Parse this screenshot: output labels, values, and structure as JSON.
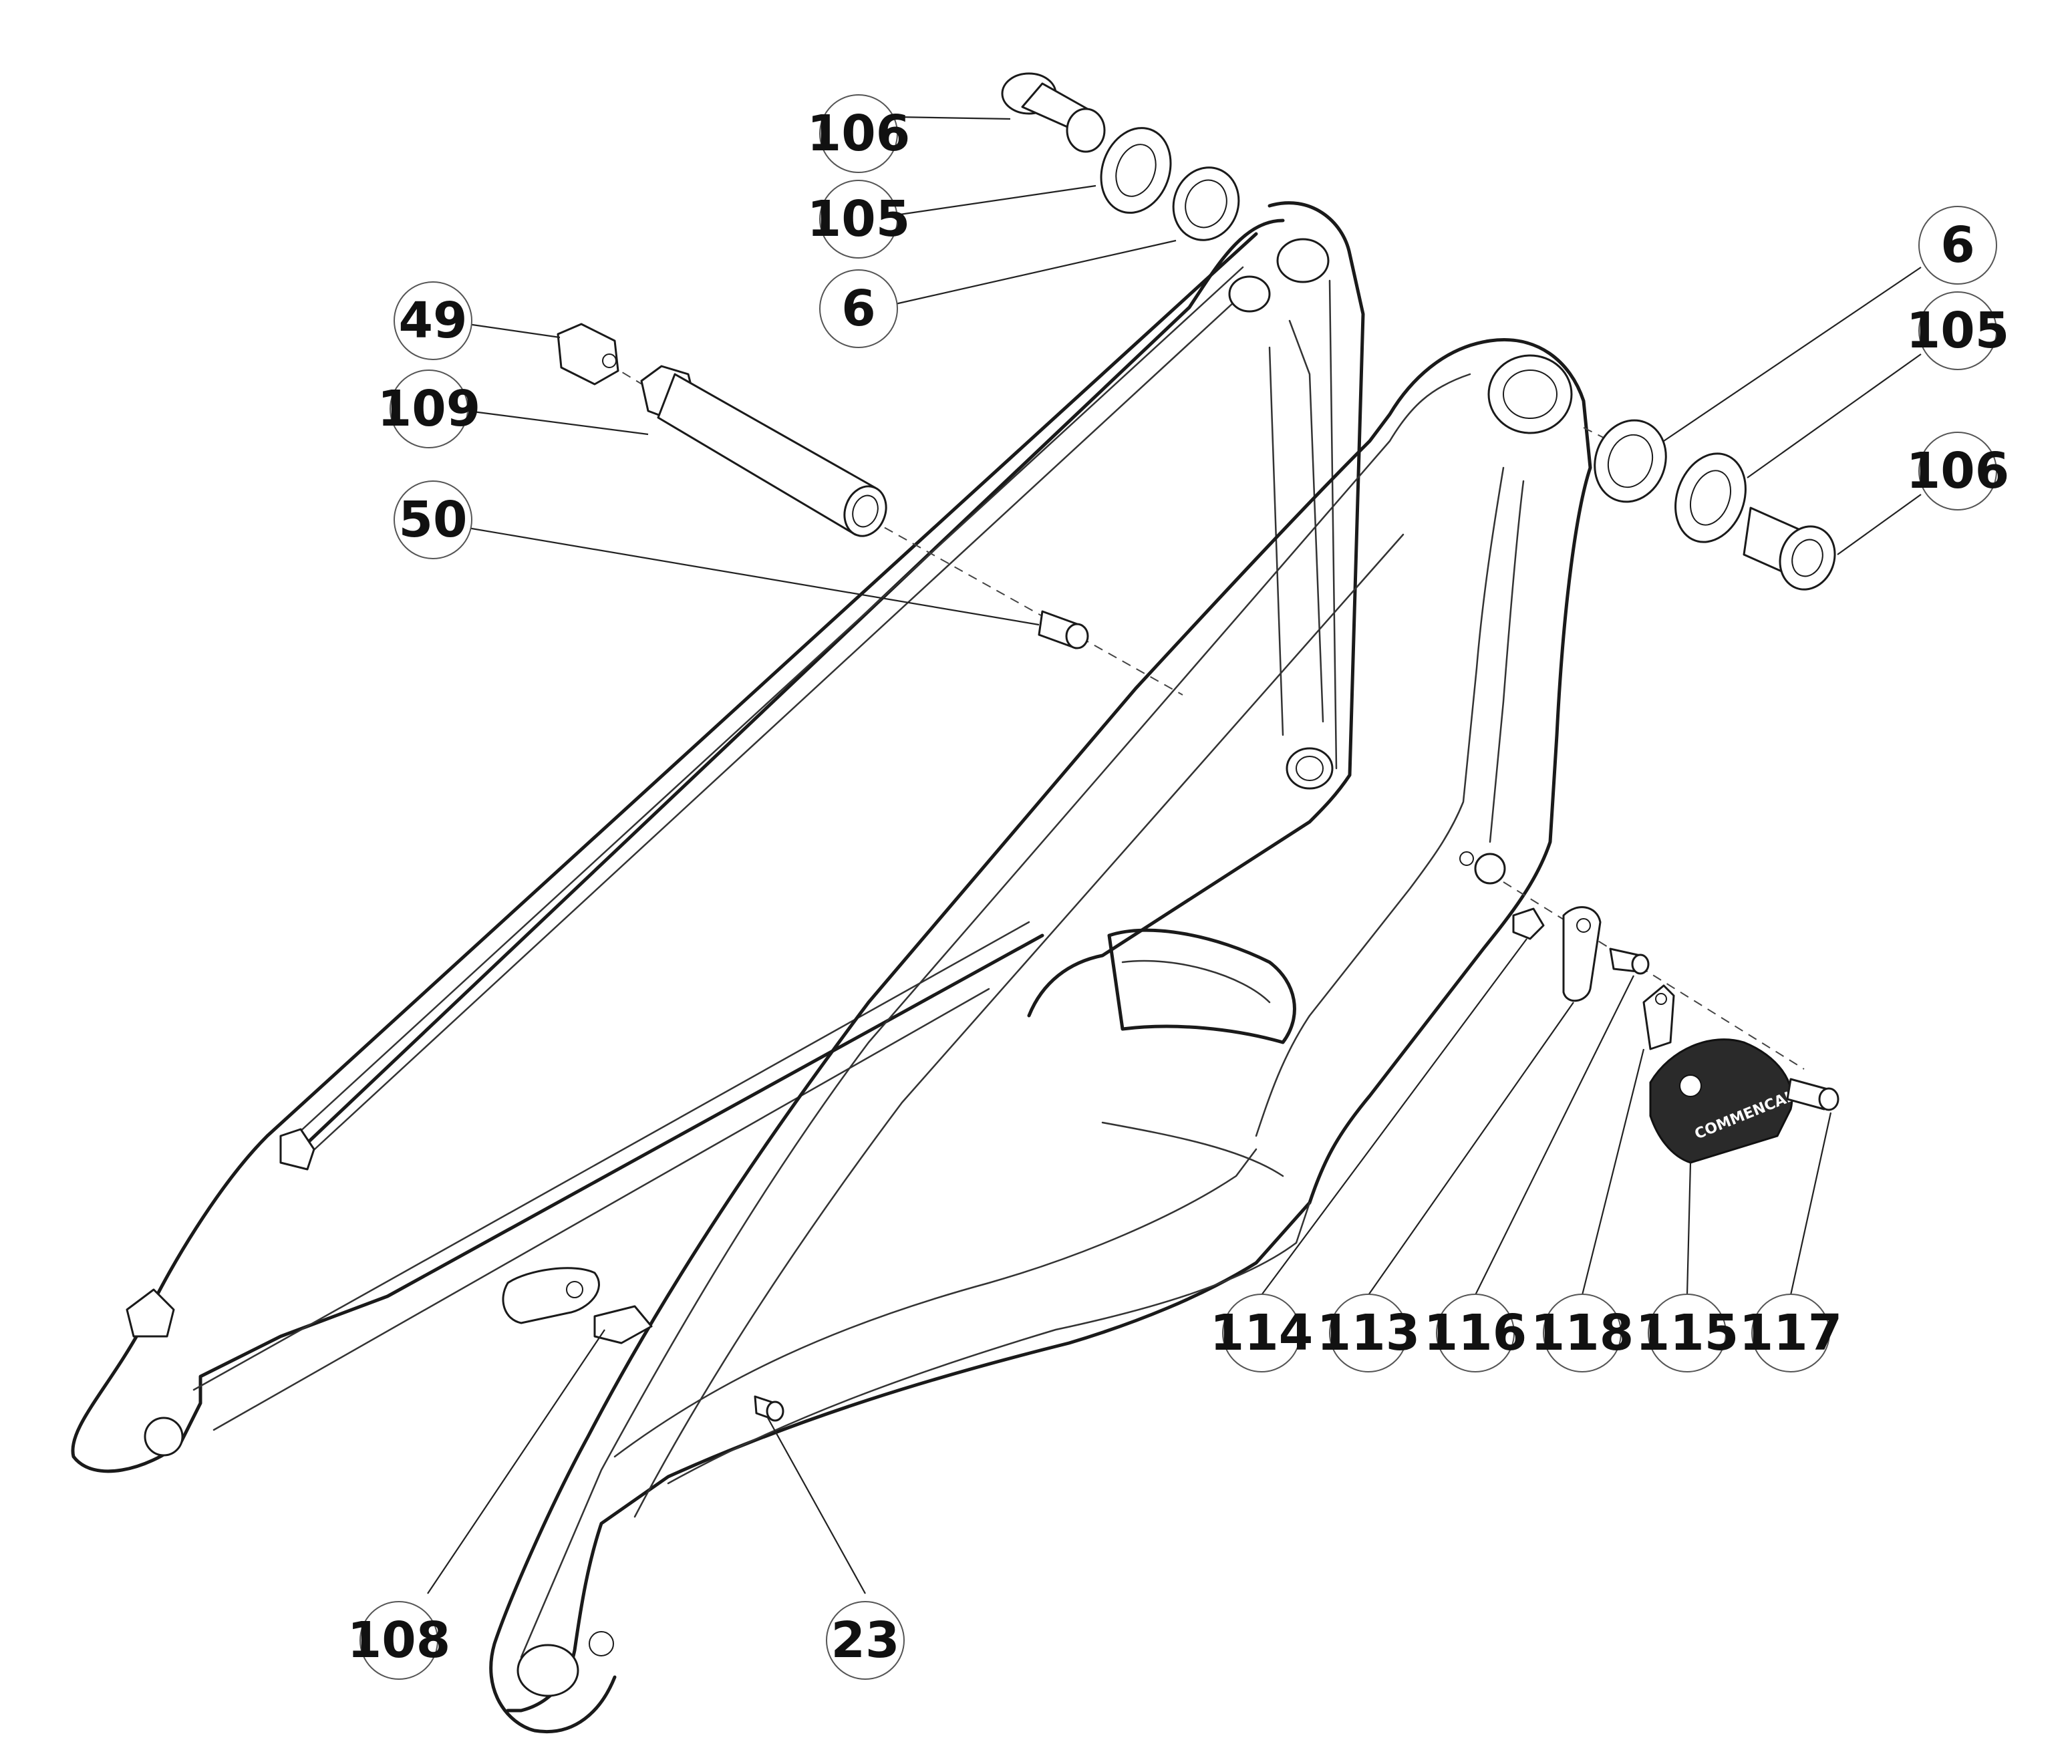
{
  "diagram": {
    "title": "Rear triangle / swingarm exploded view",
    "callouts": [
      {
        "id": "c106a",
        "label": "106"
      },
      {
        "id": "c105a",
        "label": "105"
      },
      {
        "id": "c6a",
        "label": "6"
      },
      {
        "id": "c49",
        "label": "49"
      },
      {
        "id": "c109",
        "label": "109"
      },
      {
        "id": "c50",
        "label": "50"
      },
      {
        "id": "c6b",
        "label": "6"
      },
      {
        "id": "c105b",
        "label": "105"
      },
      {
        "id": "c106b",
        "label": "106"
      },
      {
        "id": "c114",
        "label": "114"
      },
      {
        "id": "c113",
        "label": "113"
      },
      {
        "id": "c116",
        "label": "116"
      },
      {
        "id": "c118",
        "label": "118"
      },
      {
        "id": "c115",
        "label": "115"
      },
      {
        "id": "c117",
        "label": "117"
      },
      {
        "id": "c108",
        "label": "108"
      },
      {
        "id": "c23",
        "label": "23"
      }
    ],
    "chain_guide_brand": "COMMENCAL"
  }
}
